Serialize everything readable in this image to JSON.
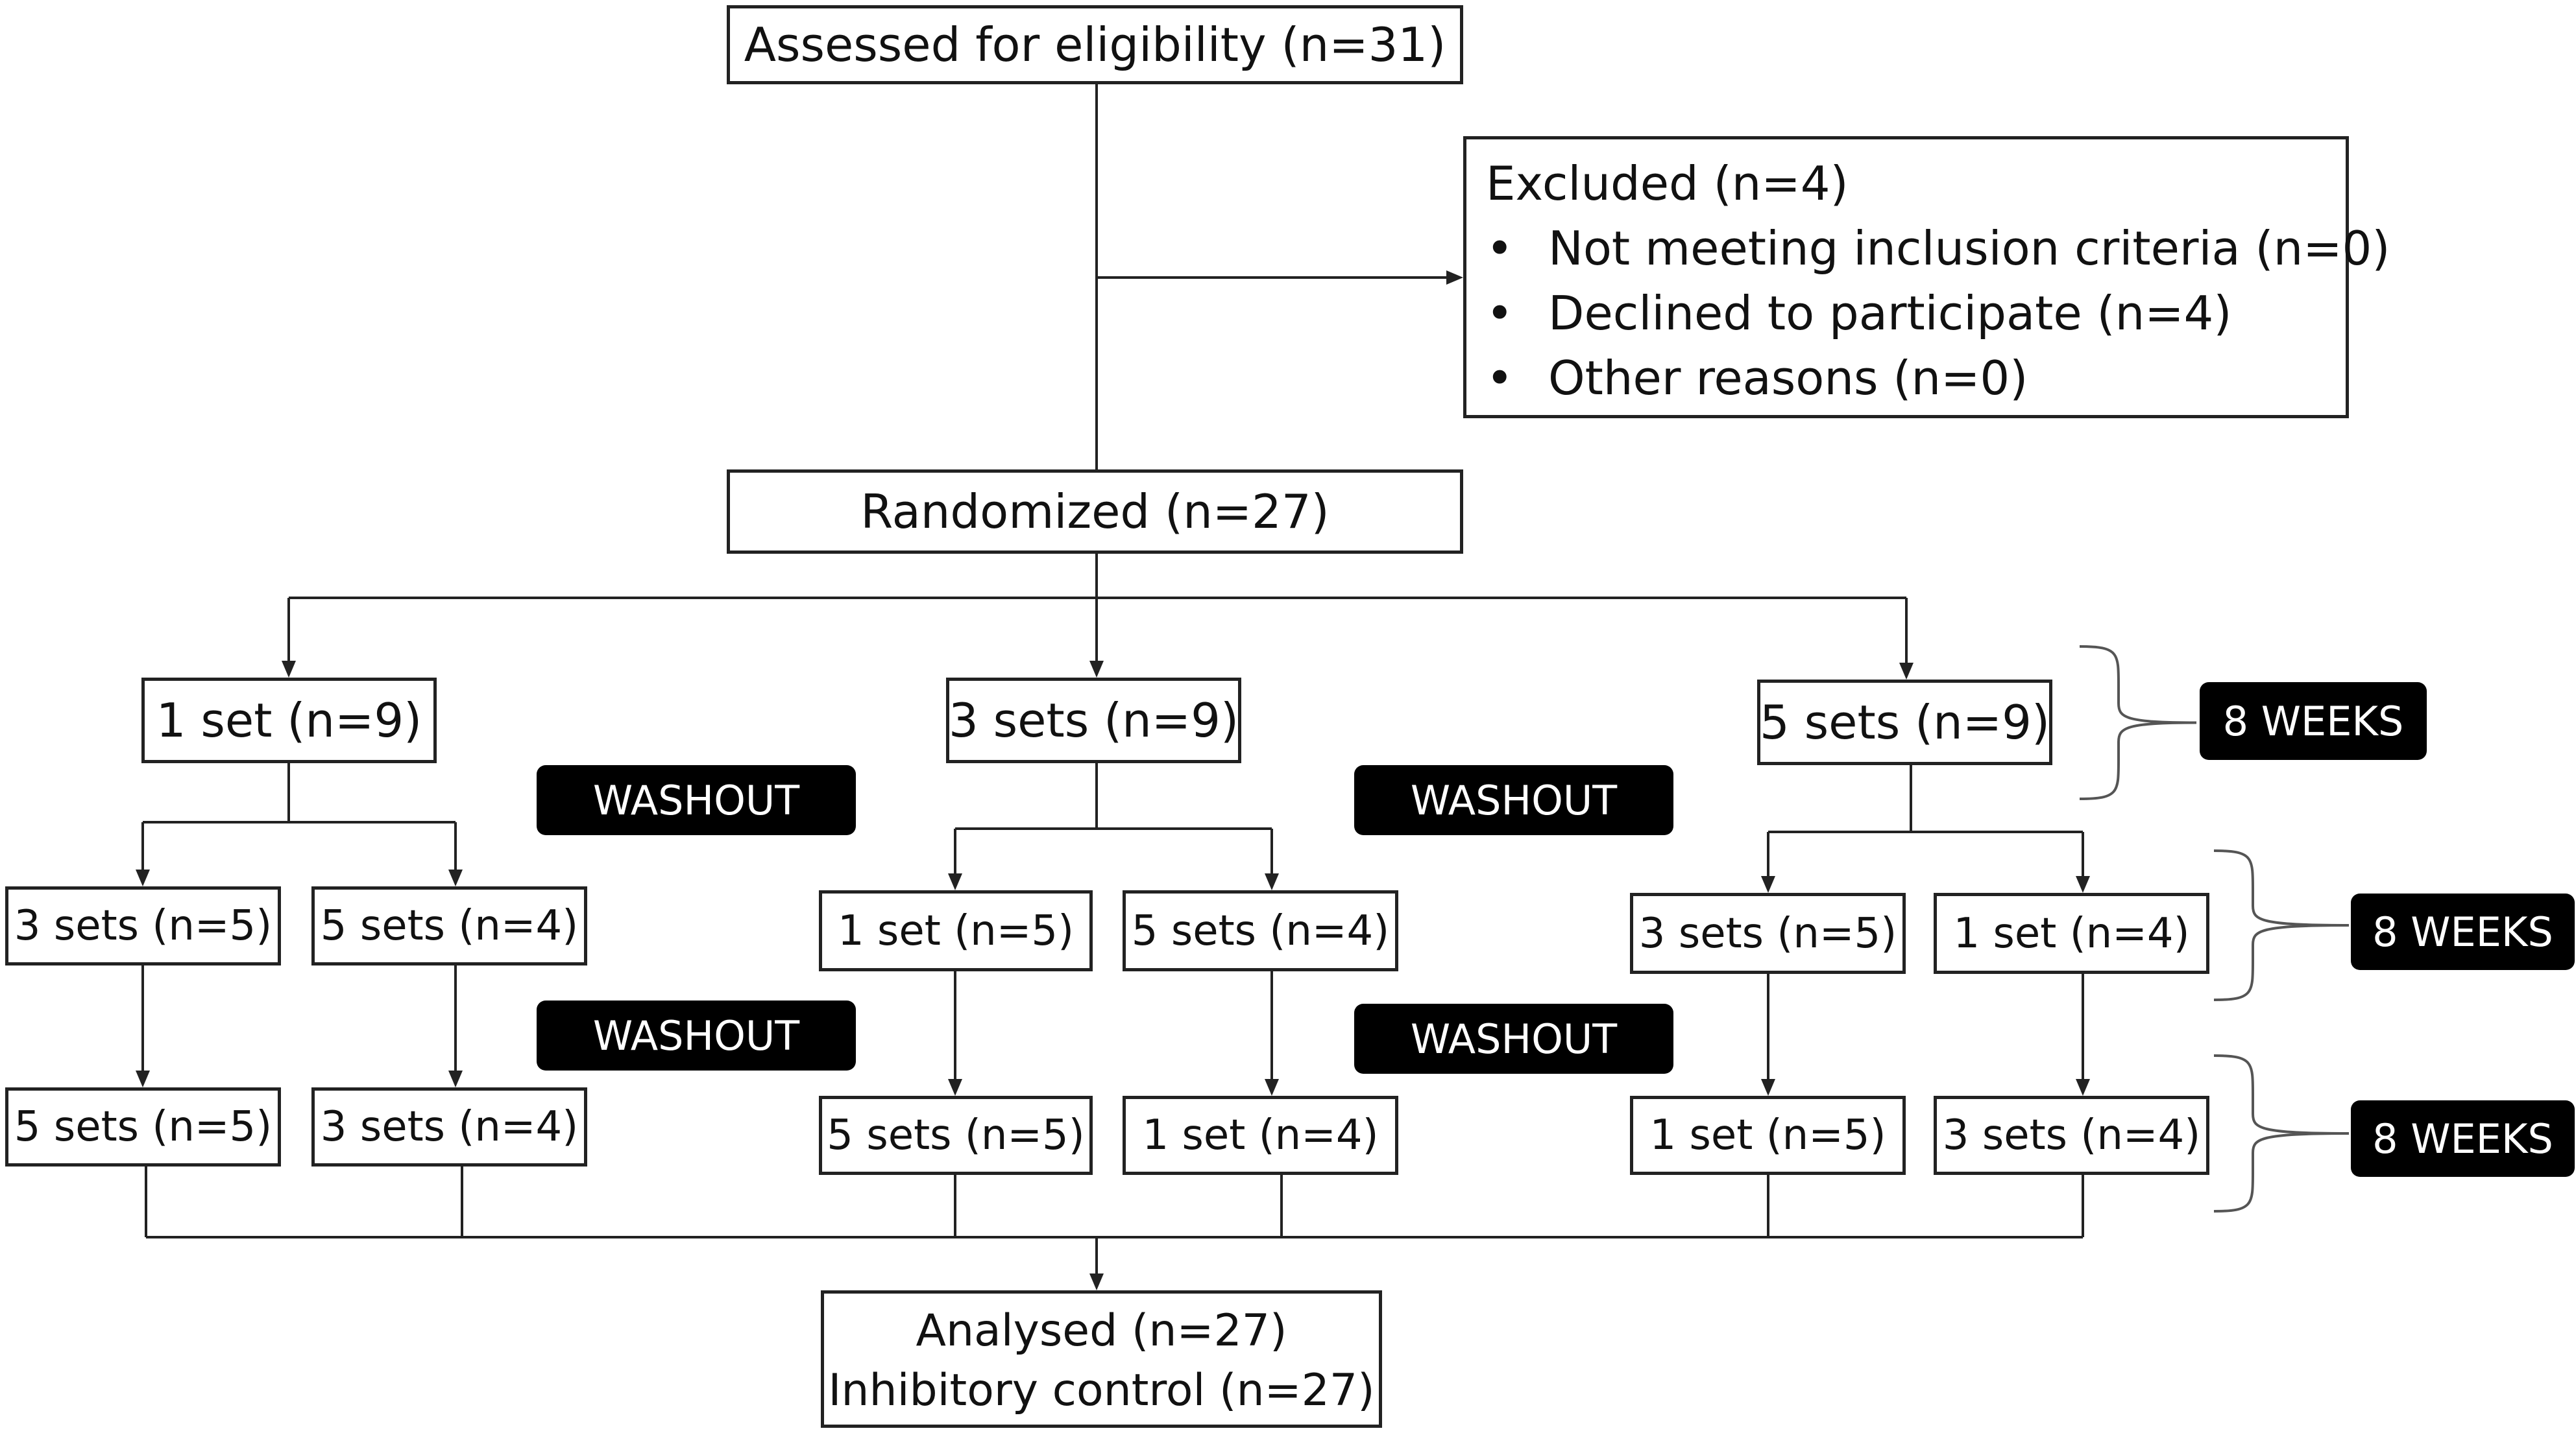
{
  "colors": {
    "line": "#222222",
    "label_bg": "#000000",
    "label_text": "#ffffff"
  },
  "assessed": "Assessed for eligibility (n=31)",
  "excluded": {
    "title": "Excluded (n=4)",
    "items": [
      "Not meeting inclusion criteria (n=0)",
      "Declined to participate (n=4)",
      "Other reasons (n=0)"
    ],
    "bullet": "•"
  },
  "randomized": "Randomized (n=27)",
  "arms": [
    {
      "first": "1 set (n=9)",
      "second": [
        "3 sets (n=5)",
        "5 sets (n=4)"
      ],
      "third": [
        "5 sets (n=5)",
        "3 sets (n=4)"
      ]
    },
    {
      "first": "3 sets (n=9)",
      "second": [
        "1 set (n=5)",
        "5 sets (n=4)"
      ],
      "third": [
        "5 sets (n=5)",
        "1 set (n=4)"
      ]
    },
    {
      "first": "5 sets (n=9)",
      "second": [
        "3 sets (n=5)",
        "1 set (n=4)"
      ],
      "third": [
        "1 set (n=5)",
        "3 sets (n=4)"
      ]
    }
  ],
  "washout_label": "WASHOUT",
  "period_label": "8 WEEKS",
  "analysed": {
    "line1": "Analysed (n=27)",
    "line2": "Inhibitory control  (n=27)"
  }
}
